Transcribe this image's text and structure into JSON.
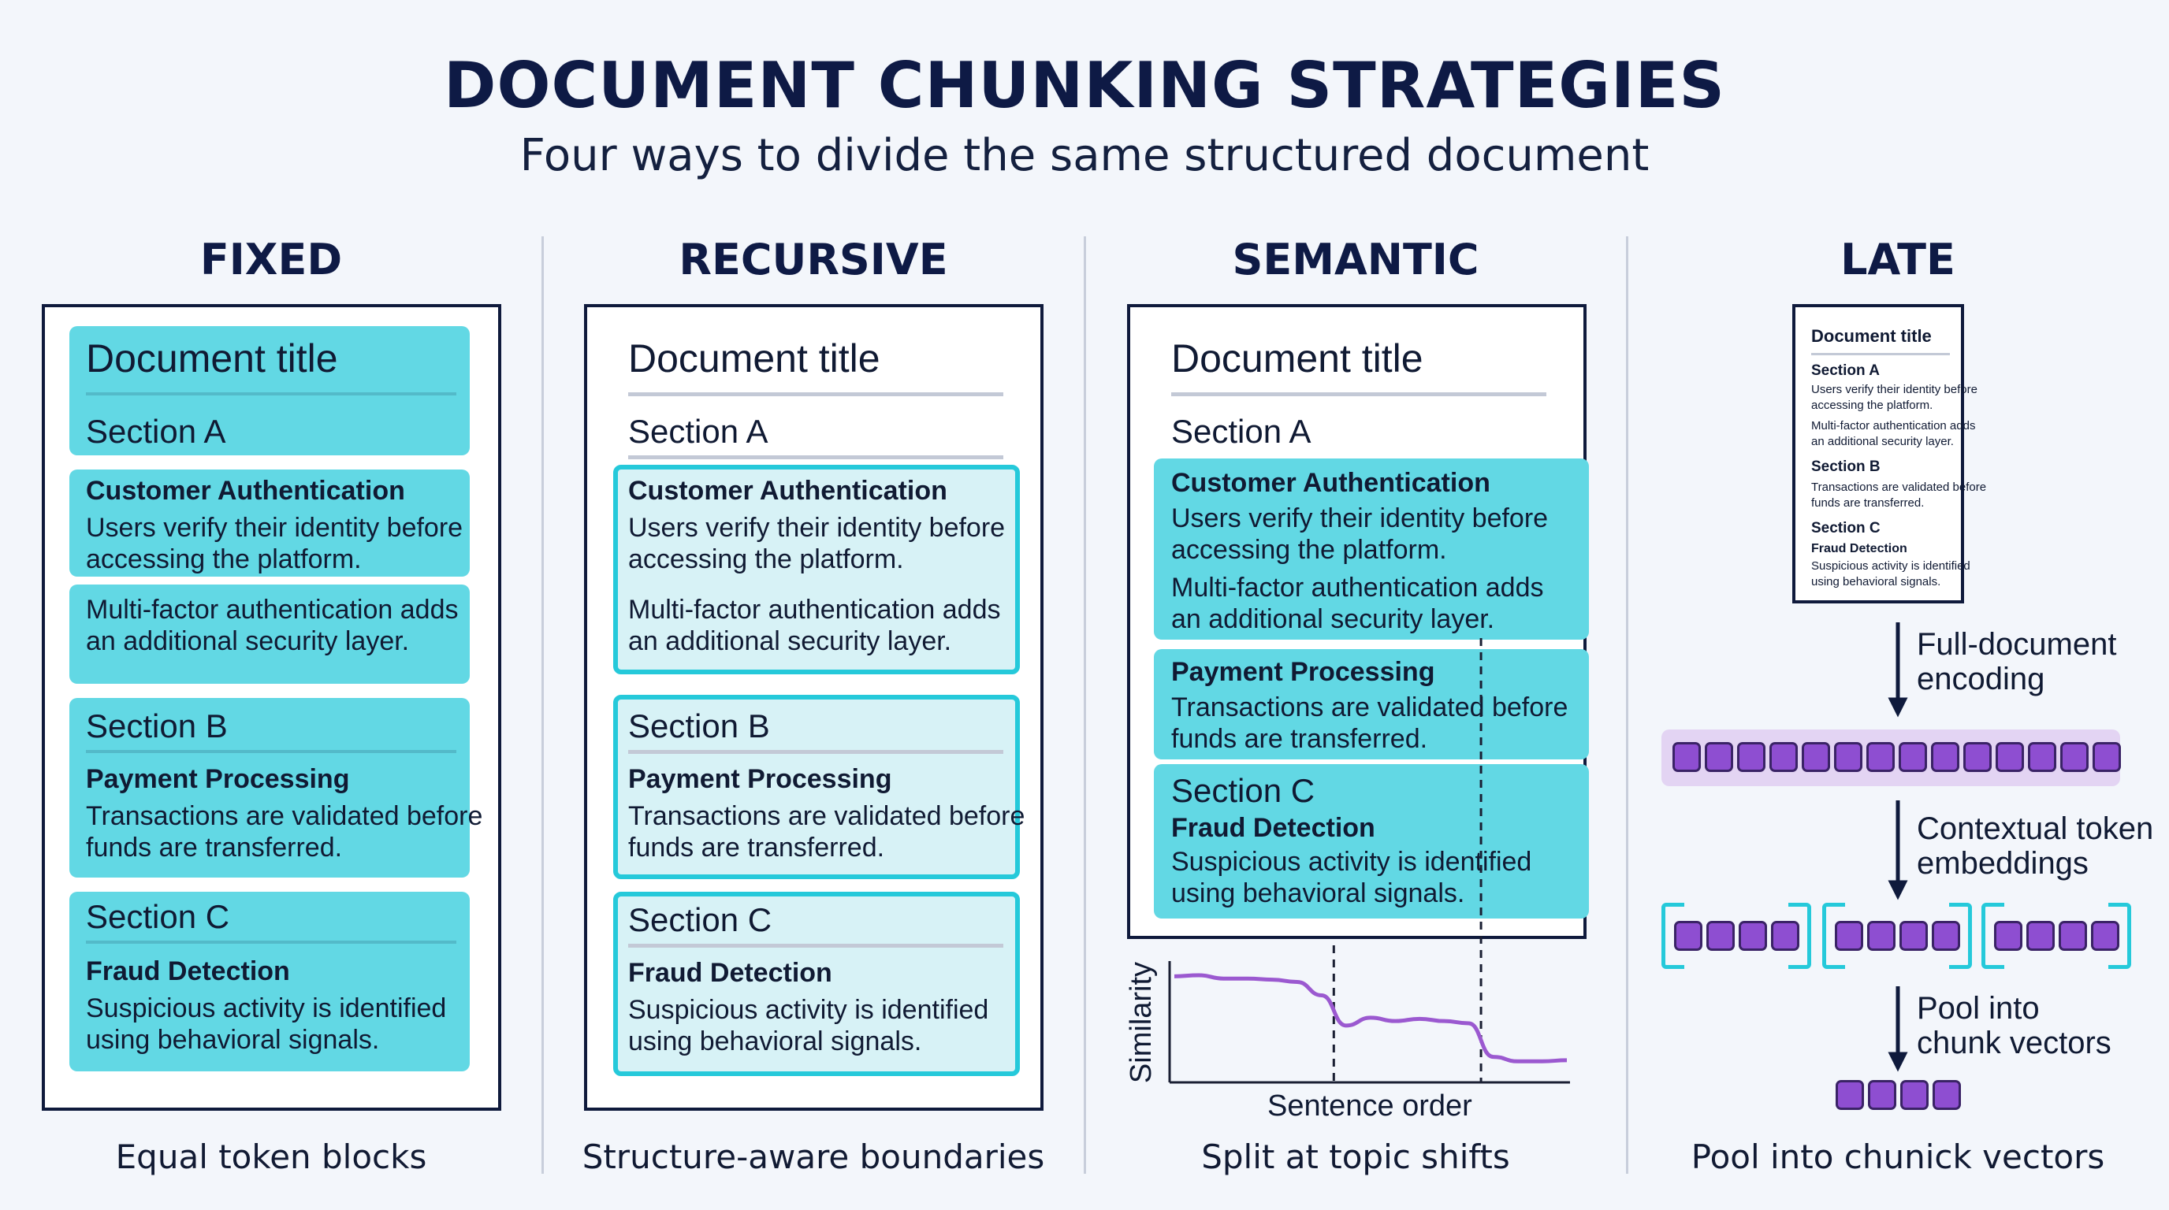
{
  "header": {
    "title": "DOCUMENT CHUNKING STRATEGIES",
    "subtitle": "Four ways to divide the same structured document"
  },
  "document": {
    "title": "Document title",
    "section_a": "Section A",
    "section_b": "Section B",
    "section_c": "Section C",
    "auth_heading": "Customer Authentication",
    "auth_line1": "Users verify their identity before",
    "auth_line2": "accessing the platform.",
    "mfa_line1": "Multi-factor authentication adds",
    "mfa_line2": "an additional security layer.",
    "pay_heading": "Payment Processing",
    "pay_line1": "Transactions are validated before",
    "pay_line2": "funds are transferred.",
    "fraud_heading": "Fraud Detection",
    "fraud_line1": "Suspicious activity is identified",
    "fraud_line2": "using behavioral signals."
  },
  "columns": [
    {
      "heading": "FIXED",
      "caption": "Equal token blocks"
    },
    {
      "heading": "RECURSIVE",
      "caption": "Structure-aware boundaries"
    },
    {
      "heading": "SEMANTIC",
      "caption": "Split at topic shifts"
    },
    {
      "heading": "LATE",
      "caption": "Pool into chunick vectors"
    }
  ],
  "semantic_chart": {
    "ylabel": "Similarity",
    "xlabel": "Sentence order",
    "series": [
      {
        "values": [
          0.92,
          0.93,
          0.9,
          0.9,
          0.89,
          0.87,
          0.75,
          0.48,
          0.55,
          0.52,
          0.54,
          0.52,
          0.5,
          0.2,
          0.16,
          0.16,
          0.17
        ]
      }
    ],
    "split_after_index": [
      7,
      13
    ],
    "colors": {
      "line": "#9b59d0",
      "split": "#1a1f33"
    }
  },
  "late": {
    "steps": [
      {
        "line1": "Full-document",
        "line2": "encoding"
      },
      {
        "line1": "Contextual token",
        "line2": "embeddings"
      },
      {
        "line1": "Pool into",
        "line2": "chunk vectors"
      }
    ],
    "token_count": 14,
    "chunk_groups": [
      4,
      4,
      4
    ],
    "pooled_count": 4,
    "colors": {
      "token": "#8e4ed1",
      "token_border": "#3a2366",
      "band": "#e3d4f3",
      "bracket": "#25c9da"
    }
  },
  "colors": {
    "chunk_fill": "#62d8e4",
    "chunk_outline": "#25c9da",
    "ink": "#0f1a3c",
    "background": "#f3f6fb"
  }
}
